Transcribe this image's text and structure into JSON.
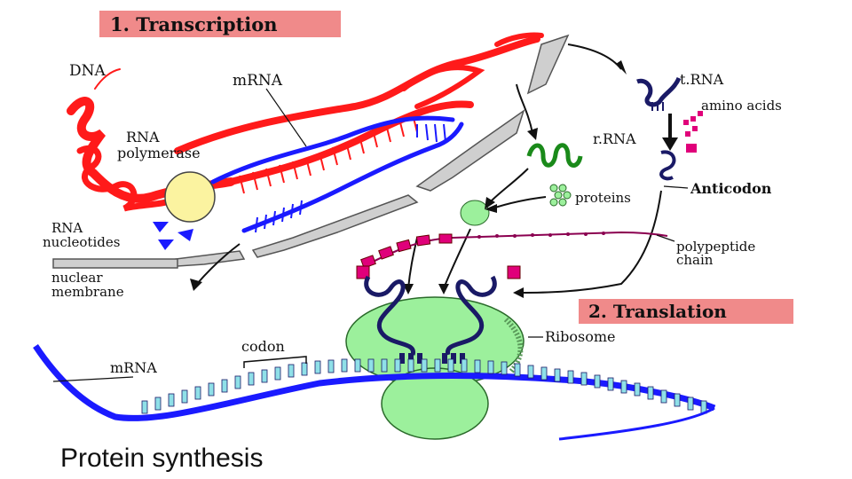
{
  "headers": {
    "transcription": "1. Transcription",
    "translation": "2. Translation"
  },
  "title": "Protein synthesis",
  "labels": {
    "dna": "DNA",
    "mrna_top": "mRNA",
    "rna_polymerase_1": "RNA",
    "rna_polymerase_2": "polymerase",
    "rna_nucleotides_1": "RNA",
    "rna_nucleotides_2": "nucleotides",
    "nuclear_membrane_1": "nuclear",
    "nuclear_membrane_2": "membrane",
    "trna": "t.RNA",
    "amino_acids": "amino acids",
    "rrna": "r.RNA",
    "proteins": "proteins",
    "anticodon": "Anticodon",
    "polypeptide_1": "polypeptide",
    "polypeptide_2": "chain",
    "ribosome": "Ribosome",
    "codon": "codon",
    "mrna_bottom": "mRNA"
  },
  "colors": {
    "dna": "#ff1a1a",
    "mrna": "#1a1aff",
    "header_bg": "#f08a8a",
    "ribosome": "#9cf09c",
    "ribosome_shade": "#5a9a5a",
    "trna": "#1a1a66",
    "amino_acid": "#e0007a",
    "rrna": "#1a8a1a",
    "membrane": "#bbbbbb",
    "polymerase": "#fbf3a0"
  }
}
